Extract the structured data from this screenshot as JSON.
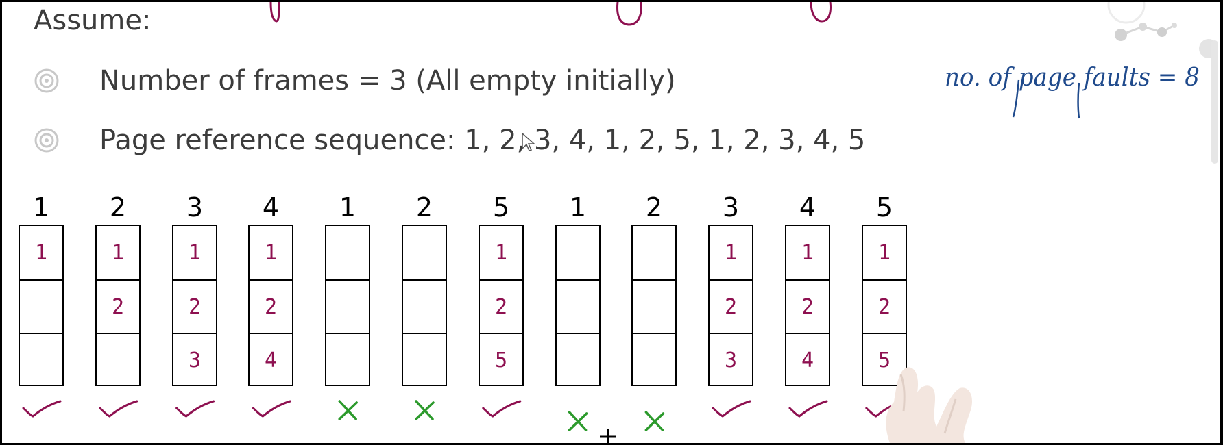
{
  "slide": {
    "heading": "Assume:",
    "bullets": [
      {
        "icon": "bullseye-bullet-icon",
        "text": "Number of frames = 3 (All empty initially)"
      },
      {
        "icon": "bullseye-bullet-icon",
        "text": "Page reference sequence: 1, 2, 3, 4, 1, 2, 5, 1, 2, 3, 4, 5"
      }
    ],
    "handwritten_note": "no. of page faults = 8"
  },
  "frames": {
    "references": [
      "1",
      "2",
      "3",
      "4",
      "1",
      "2",
      "5",
      "1",
      "2",
      "3",
      "4",
      "5"
    ],
    "contents": [
      [
        "1",
        "",
        ""
      ],
      [
        "1",
        "2",
        ""
      ],
      [
        "1",
        "2",
        "3"
      ],
      [
        "1",
        "2",
        "4"
      ],
      [
        "",
        "",
        ""
      ],
      [
        "",
        "",
        ""
      ],
      [
        "1",
        "2",
        "5"
      ],
      [
        "",
        "",
        ""
      ],
      [
        "",
        "",
        ""
      ],
      [
        "1",
        "2",
        "3"
      ],
      [
        "1",
        "2",
        "4"
      ],
      [
        "1",
        "2",
        "5"
      ]
    ],
    "marks": [
      "tick",
      "tick",
      "tick",
      "tick",
      "cross",
      "cross",
      "tick",
      "cross",
      "cross",
      "tick",
      "tick",
      "tick"
    ]
  },
  "colors": {
    "tick": "#8e1050",
    "cross": "#2c9a2c",
    "ink_blue": "#1f4a8c",
    "text": "#3c3c3c"
  }
}
